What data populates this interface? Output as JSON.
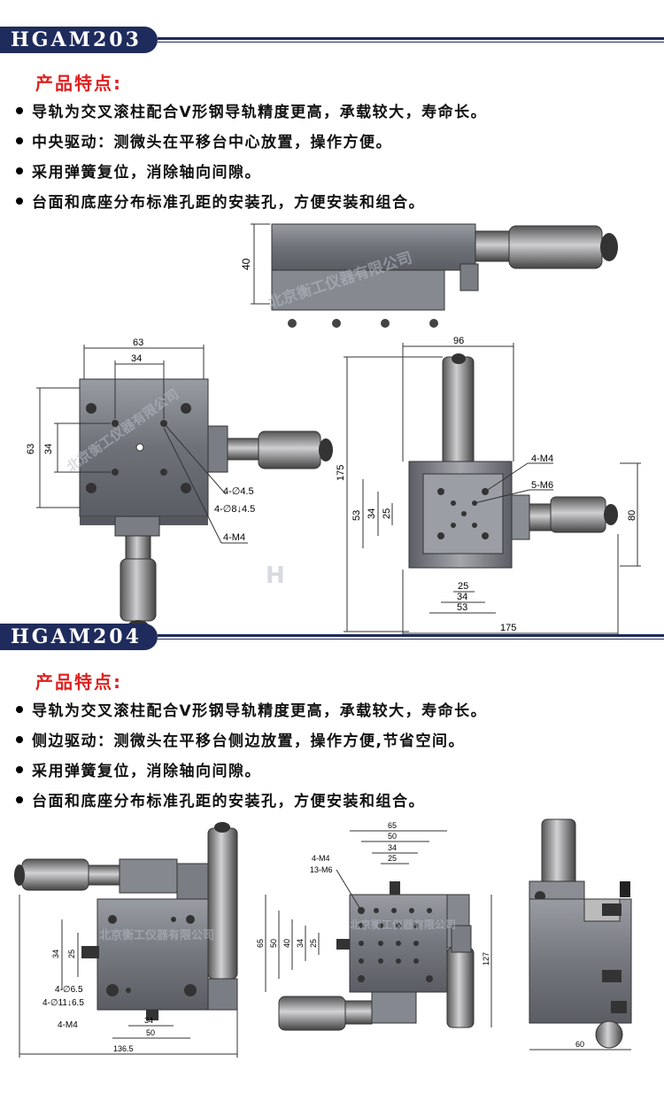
{
  "sections": [
    {
      "model": "HGAM203",
      "features_title": "产品特点:",
      "features": [
        "导轨为交叉滚柱配合V形钢导轨精度更高，承载较大，寿命长。",
        "中央驱动：测微头在平移台中心放置，操作方便。",
        "采用弹簧复位，消除轴向间隙。",
        "台面和底座分布标准孔距的安装孔，方便安装和组合。"
      ],
      "dims": {
        "side_height": "40",
        "top_width": "63",
        "top_hole_spacing": "34",
        "left_height": "63",
        "left_hole_spacing": "34",
        "hole_a": "4-∅4.5",
        "hole_b": "4-∅8↓4.5",
        "thread_a": "4-M4",
        "right_width": "96",
        "right_height": "175",
        "right_thread_a": "4-M4",
        "right_thread_b": "5-M6",
        "right_side": "80",
        "right_v1": "53",
        "right_v2": "34",
        "right_v3": "25",
        "right_h1": "25",
        "right_h2": "34",
        "right_h3": "53",
        "right_bottom": "175"
      },
      "watermark": "北京衡工仪器有限公司"
    },
    {
      "model": "HGAM204",
      "features_title": "产品特点:",
      "features": [
        "导轨为交叉滚柱配合V形钢导轨精度更高，承载较大，寿命长。",
        "侧边驱动：测微头在平移台侧边放置，操作方便,节省空间。",
        "采用弹簧复位，消除轴向间隙。",
        "台面和底座分布标准孔距的安装孔，方便安装和组合。"
      ],
      "dims": {
        "left_v": "34",
        "left_v2": "25",
        "hole_a": "4-∅6.5",
        "hole_b": "4-∅11↓6.5",
        "thread": "4-M4",
        "bottom_34": "34",
        "bottom_50": "50",
        "bottom_total": "136.5",
        "mid_65": "65",
        "mid_50": "50",
        "mid_34": "34",
        "mid_25": "25",
        "mid_thread_a": "4-M4",
        "mid_thread_b": "13-M6",
        "mid_v65": "65",
        "mid_v50": "50",
        "mid_v40": "40",
        "mid_v34": "34",
        "mid_v25": "25",
        "mid_right": "127",
        "side_bottom": "60"
      },
      "watermark": "北京衡工仪器有限公司"
    }
  ]
}
